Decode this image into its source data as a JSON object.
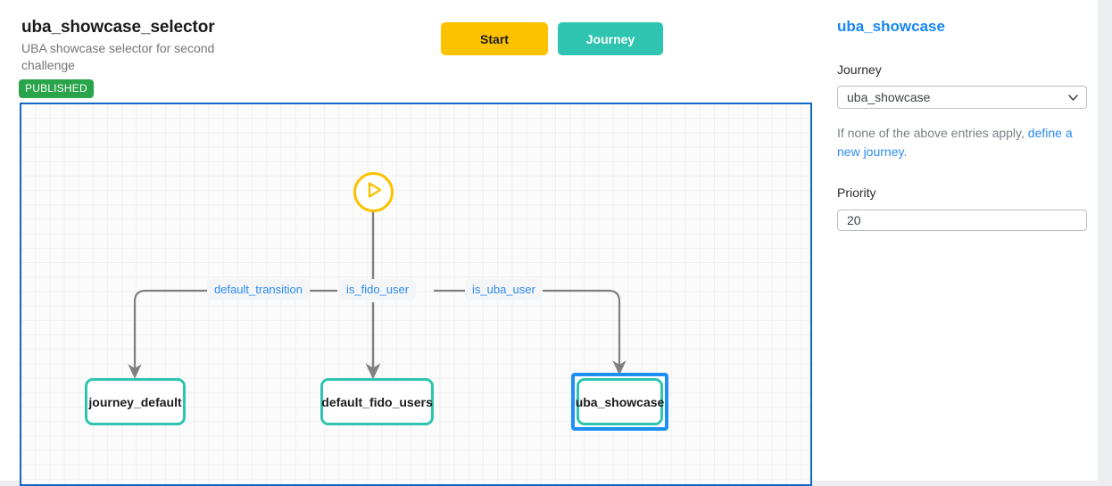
{
  "header": {
    "title": "uba_showcase_selector",
    "subtitle": "UBA showcase selector for second challenge",
    "status_badge": "PUBLISHED",
    "start_button": "Start",
    "journey_button": "Journey",
    "start_button_color": "#fcc200",
    "journey_button_color": "#2ec4b0",
    "badge_color": "#2aa44b"
  },
  "canvas": {
    "border_color": "#1266c4",
    "start_node_icon": "play-circle-icon",
    "start_node_color": "#fcc200",
    "node_border_color": "#2ec4b0",
    "selection_color": "#1e90f5",
    "edge_labels": [
      {
        "id": "default_transition",
        "text": "default_transition"
      },
      {
        "id": "is_fido_user",
        "text": "is_fido_user"
      },
      {
        "id": "is_uba_user",
        "text": "is_uba_user"
      }
    ],
    "nodes": [
      {
        "id": "journey_default",
        "label": "journey_default",
        "selected": false
      },
      {
        "id": "default_fido_users",
        "label": "default_fido_users",
        "selected": false
      },
      {
        "id": "uba_showcase",
        "label": "uba_showcase",
        "selected": true
      }
    ]
  },
  "panel": {
    "title": "uba_showcase",
    "title_color": "#1886f2",
    "journey_label": "Journey",
    "journey_value": "uba_showcase",
    "journey_options": [
      "uba_showcase"
    ],
    "hint_prefix": "If none of the above entries apply, ",
    "hint_link": "define a new journey",
    "hint_suffix": ".",
    "priority_label": "Priority",
    "priority_value": "20"
  }
}
